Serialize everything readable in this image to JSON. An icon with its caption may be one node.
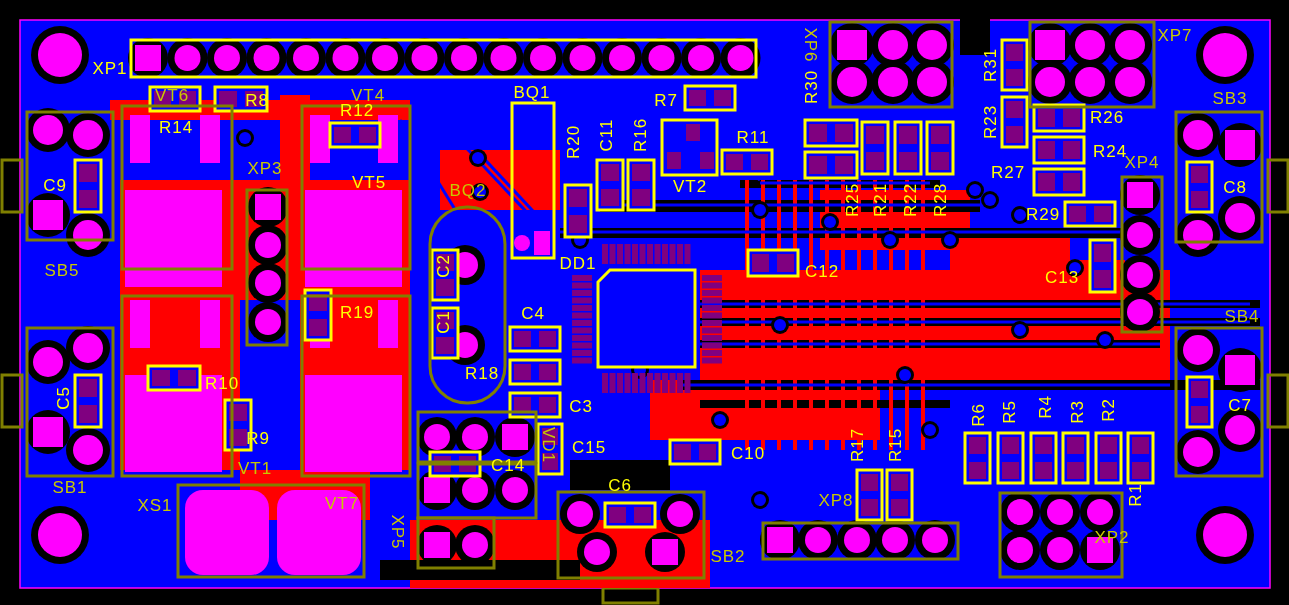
{
  "diagram": {
    "labels": [
      "XP1",
      "XP6",
      "R31",
      "XP7",
      "VT6",
      "R8",
      "VT4",
      "BQ1",
      "R7",
      "R30",
      "SB3",
      "R14",
      "R12",
      "R20",
      "C11",
      "R16",
      "R11",
      "R26",
      "R23",
      "R24",
      "XP4",
      "C9",
      "XP3",
      "VT5",
      "BQ2",
      "VT2",
      "R25",
      "R21",
      "R22",
      "R28",
      "R27",
      "R29",
      "C8",
      "SB5",
      "C2",
      "DD1",
      "C12",
      "C13",
      "R19",
      "C1",
      "C4",
      "SB4",
      "C5",
      "R10",
      "R18",
      "C3",
      "R6",
      "R5",
      "R4",
      "R3",
      "R2",
      "C7",
      "R9",
      "C14",
      "VD1",
      "C15",
      "C10",
      "R17",
      "R15",
      "SB1",
      "XS1",
      "VT1",
      "VT7",
      "C6",
      "XP8",
      "R1",
      "XP5",
      "SB2",
      "XP2"
    ]
  }
}
